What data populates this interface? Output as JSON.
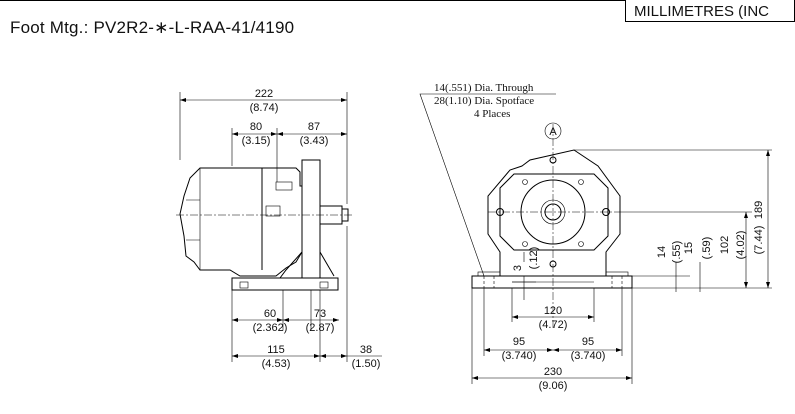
{
  "title": "Foot Mtg.: PV2R2-∗-L-RAA-41/4190",
  "units": "MILLIMETRES (INC",
  "side_view": {
    "overall_mm": "222",
    "overall_in": "(8.74)",
    "a_mm": "80",
    "a_in": "(3.15)",
    "b_mm": "87",
    "b_in": "(3.43)",
    "c_mm": "60",
    "c_in": "(2.362)",
    "d_mm": "73",
    "d_in": "(2.87)",
    "e_mm": "115",
    "e_in": "(4.53)",
    "f_mm": "38",
    "f_in": "(1.50)"
  },
  "front_view": {
    "hole_note_1": "14(.551) Dia. Through",
    "hole_note_2": "28(1.10) Dia. Spotface",
    "hole_note_3": "4 Places",
    "port_label": "A",
    "c_mm": "3",
    "c_in": "(.12)",
    "spot_mm": "14",
    "spot_in": "(.55)",
    "foot_mm": "15",
    "foot_in": "(.59)",
    "center_mm": "102",
    "center_in": "(4.02)",
    "height_mm": "189",
    "height_in": "(7.44)",
    "slot_mm": "120",
    "slot_in": "(4.72)",
    "half_l_mm": "95",
    "half_l_in": "(3.740)",
    "half_r_mm": "95",
    "half_r_in": "(3.740)",
    "width_mm": "230",
    "width_in": "(9.06)"
  }
}
